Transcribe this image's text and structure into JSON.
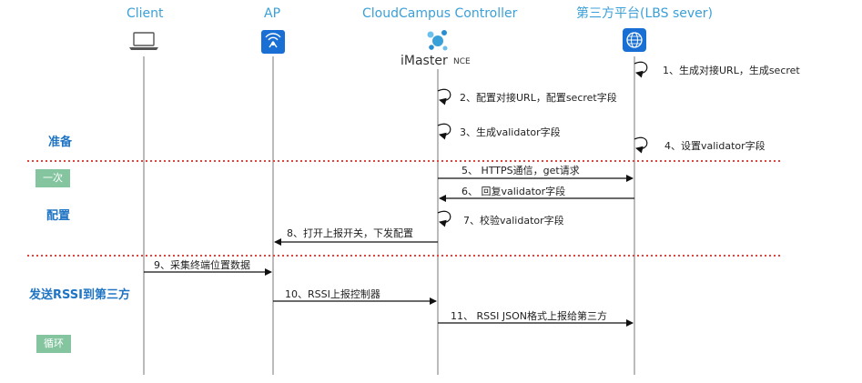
{
  "participants": {
    "client": "Client",
    "ap": "AP",
    "controller": "CloudCampus  Controller",
    "lbs": "第三方平台(LBS sever)"
  },
  "controller_logo": {
    "brand": "iMaster",
    "product": "NCE"
  },
  "phases": {
    "prepare": "准备",
    "config": "配置",
    "send": "发送RSSI到第三方"
  },
  "badges": {
    "once": "一次",
    "loop": "循环"
  },
  "steps": [
    "1、生成对接URL，生成secret",
    "2、配置对接URL，配置secret字段",
    "3、生成validator字段",
    "4、设置validator字段",
    "5、 HTTPS通信，get请求",
    "6、 回复validator字段",
    "7、校验validator字段",
    "8、打开上报开关，下发配置",
    "9、采集终端位置数据",
    "10、RSSI上报控制器",
    "11、 RSSI JSON格式上报给第三方"
  ],
  "colors": {
    "header": "#3aa0d8",
    "phase": "#1f74c4",
    "badge": "#84c5a0",
    "divider": "#e0443c",
    "icon": "#1a6fd4"
  }
}
